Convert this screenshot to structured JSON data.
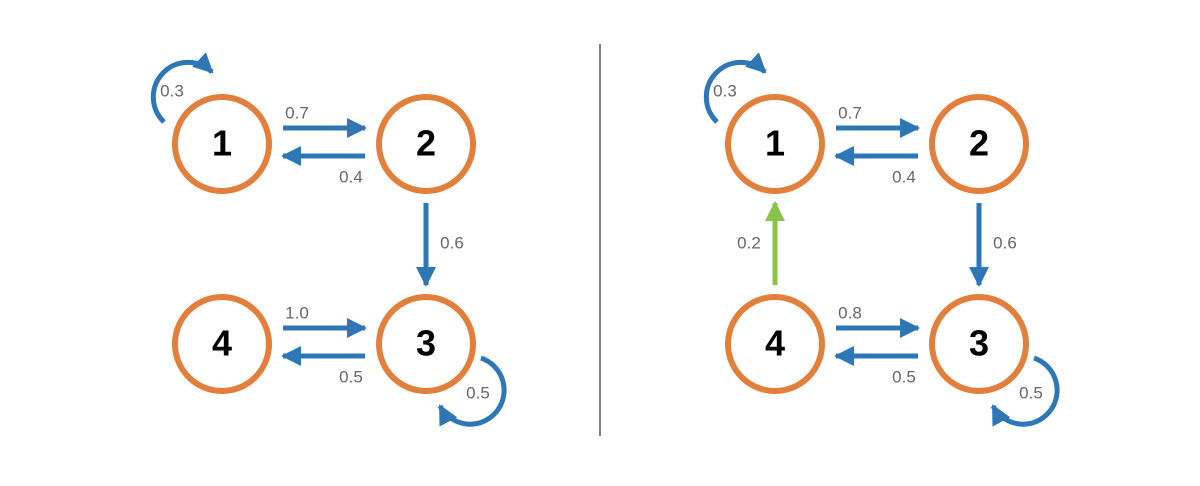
{
  "colors": {
    "node_stroke": "#e27f3d",
    "edge_default": "#2e76b6",
    "edge_new": "#8bc34a",
    "divider": "#555555"
  },
  "diagrams": [
    {
      "nodes": [
        {
          "id": "1",
          "label": "1"
        },
        {
          "id": "2",
          "label": "2"
        },
        {
          "id": "3",
          "label": "3"
        },
        {
          "id": "4",
          "label": "4"
        }
      ],
      "edges": [
        {
          "from": "1",
          "to": "1",
          "label": "0.3",
          "kind": "self"
        },
        {
          "from": "1",
          "to": "2",
          "label": "0.7",
          "kind": "transition"
        },
        {
          "from": "2",
          "to": "1",
          "label": "0.4",
          "kind": "transition"
        },
        {
          "from": "2",
          "to": "3",
          "label": "0.6",
          "kind": "transition"
        },
        {
          "from": "4",
          "to": "3",
          "label": "1.0",
          "kind": "transition"
        },
        {
          "from": "3",
          "to": "4",
          "label": "0.5",
          "kind": "transition"
        },
        {
          "from": "3",
          "to": "3",
          "label": "0.5",
          "kind": "self"
        }
      ]
    },
    {
      "nodes": [
        {
          "id": "1",
          "label": "1"
        },
        {
          "id": "2",
          "label": "2"
        },
        {
          "id": "3",
          "label": "3"
        },
        {
          "id": "4",
          "label": "4"
        }
      ],
      "edges": [
        {
          "from": "1",
          "to": "1",
          "label": "0.3",
          "kind": "self"
        },
        {
          "from": "1",
          "to": "2",
          "label": "0.7",
          "kind": "transition"
        },
        {
          "from": "2",
          "to": "1",
          "label": "0.4",
          "kind": "transition"
        },
        {
          "from": "2",
          "to": "3",
          "label": "0.6",
          "kind": "transition"
        },
        {
          "from": "4",
          "to": "1",
          "label": "0.2",
          "kind": "transition",
          "highlight": true
        },
        {
          "from": "4",
          "to": "3",
          "label": "0.8",
          "kind": "transition"
        },
        {
          "from": "3",
          "to": "4",
          "label": "0.5",
          "kind": "transition"
        },
        {
          "from": "3",
          "to": "3",
          "label": "0.5",
          "kind": "self"
        }
      ]
    }
  ]
}
